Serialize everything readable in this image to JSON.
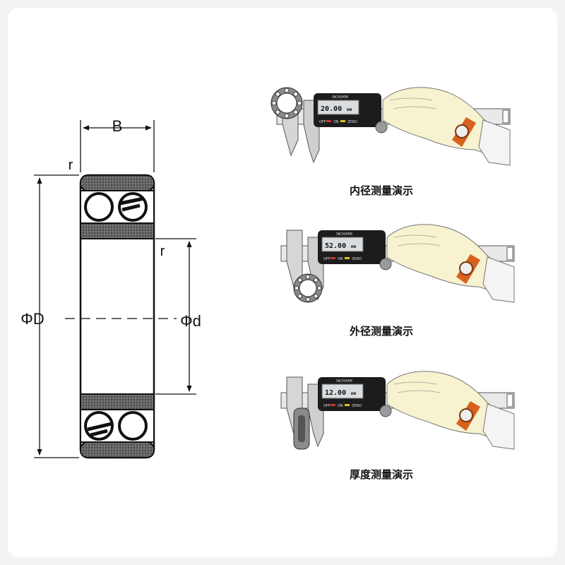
{
  "diagram": {
    "width_label": "B",
    "radius_label": "r",
    "outer_diameter_label": "ΦD",
    "inner_diameter_label": "Φd"
  },
  "caliper": {
    "unit_label": "INCH/MM",
    "buttons": {
      "off": "OFF",
      "on": "ON",
      "zero": "ZERO"
    },
    "unit_suffix": "mm"
  },
  "demos": [
    {
      "label": "内径测量演示",
      "reading": "20.00"
    },
    {
      "label": "外径测量演示",
      "reading": "52.00"
    },
    {
      "label": "厚度测量演示",
      "reading": "12.00"
    }
  ],
  "colors": {
    "glove": "#f7f2cf",
    "strap": "#d8611f",
    "caliper_body": "#1c1c1c",
    "lcd": "#d9dde0",
    "ring_fill": "#8a8a8a"
  }
}
